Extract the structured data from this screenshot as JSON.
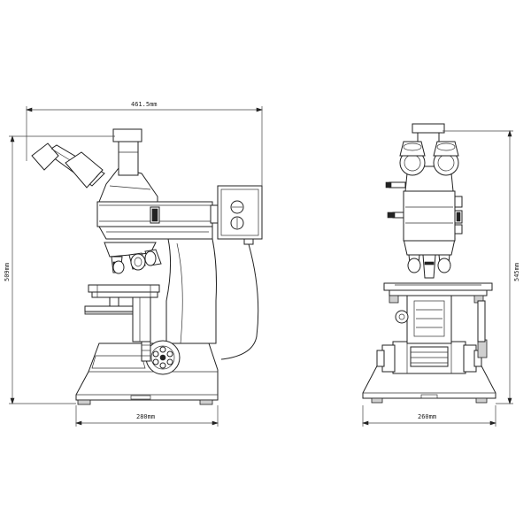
{
  "dimensions": {
    "side_total_width": "461.5mm",
    "side_height": "509mm",
    "side_base_width": "280mm",
    "front_height": "545mm",
    "front_base_width": "260mm"
  }
}
